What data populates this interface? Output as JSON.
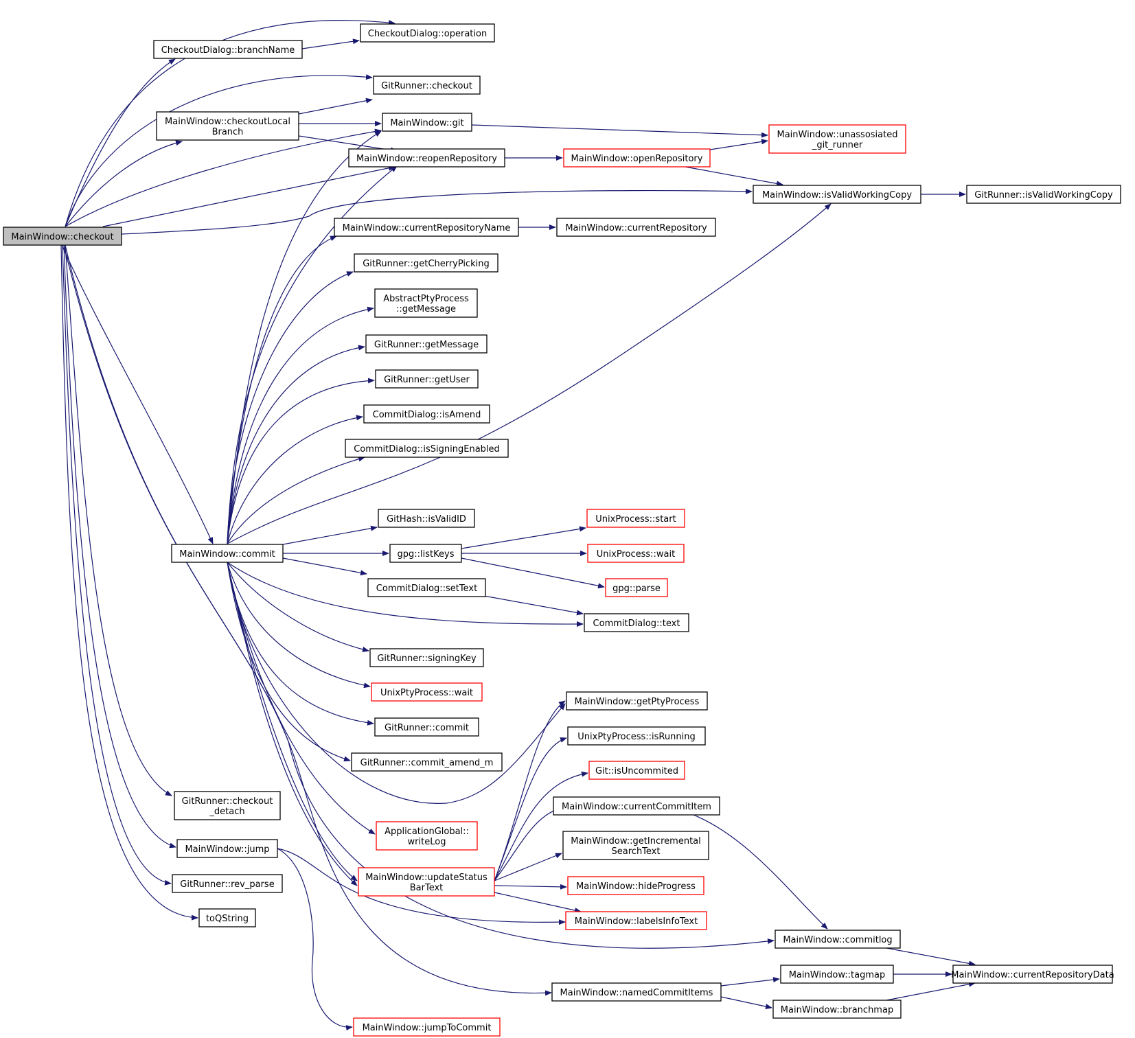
{
  "diagram": {
    "colors": {
      "edge": "#191970",
      "root_fill": "#bfbfbf",
      "node_border": "#000000",
      "truncated_border": "#ff0000",
      "node_fill": "#ffffff",
      "text": "#000000"
    },
    "nodes": [
      {
        "id": "checkout_root",
        "lines": [
          "MainWindow::checkout"
        ],
        "style": "root"
      },
      {
        "id": "cd_operation",
        "lines": [
          "CheckoutDialog::operation"
        ],
        "style": "normal"
      },
      {
        "id": "cd_branchName",
        "lines": [
          "CheckoutDialog::branchName"
        ],
        "style": "normal"
      },
      {
        "id": "gr_checkout",
        "lines": [
          "GitRunner::checkout"
        ],
        "style": "normal"
      },
      {
        "id": "mw_checkoutLocalBranch",
        "lines": [
          "MainWindow::checkoutLocal",
          "Branch"
        ],
        "style": "normal"
      },
      {
        "id": "mw_git",
        "lines": [
          "MainWindow::git"
        ],
        "style": "normal"
      },
      {
        "id": "mw_reopenRepository",
        "lines": [
          "MainWindow::reopenRepository"
        ],
        "style": "normal"
      },
      {
        "id": "mw_openRepository",
        "lines": [
          "MainWindow::openRepository"
        ],
        "style": "truncated"
      },
      {
        "id": "mw_unassosiated",
        "lines": [
          "MainWindow::unassosiated",
          "_git_runner"
        ],
        "style": "truncated"
      },
      {
        "id": "mw_isValidWorkingCopy",
        "lines": [
          "MainWindow::isValidWorkingCopy"
        ],
        "style": "normal"
      },
      {
        "id": "gr_isValidWorkingCopy",
        "lines": [
          "GitRunner::isValidWorkingCopy"
        ],
        "style": "normal"
      },
      {
        "id": "mw_currentRepositoryName",
        "lines": [
          "MainWindow::currentRepositoryName"
        ],
        "style": "normal"
      },
      {
        "id": "mw_currentRepository",
        "lines": [
          "MainWindow::currentRepository"
        ],
        "style": "normal"
      },
      {
        "id": "gr_getCherryPicking",
        "lines": [
          "GitRunner::getCherryPicking"
        ],
        "style": "normal"
      },
      {
        "id": "app_getMessage",
        "lines": [
          "AbstractPtyProcess",
          "::getMessage"
        ],
        "style": "normal"
      },
      {
        "id": "gr_getMessage",
        "lines": [
          "GitRunner::getMessage"
        ],
        "style": "normal"
      },
      {
        "id": "gr_getUser",
        "lines": [
          "GitRunner::getUser"
        ],
        "style": "normal"
      },
      {
        "id": "cmd_isAmend",
        "lines": [
          "CommitDialog::isAmend"
        ],
        "style": "normal"
      },
      {
        "id": "cmd_isSigningEnabled",
        "lines": [
          "CommitDialog::isSigningEnabled"
        ],
        "style": "normal"
      },
      {
        "id": "gh_isValidID",
        "lines": [
          "GitHash::isValidID"
        ],
        "style": "normal"
      },
      {
        "id": "up_start",
        "lines": [
          "UnixProcess::start"
        ],
        "style": "truncated"
      },
      {
        "id": "mw_commit",
        "lines": [
          "MainWindow::commit"
        ],
        "style": "normal"
      },
      {
        "id": "gpg_listKeys",
        "lines": [
          "gpg::listKeys"
        ],
        "style": "normal"
      },
      {
        "id": "up_wait",
        "lines": [
          "UnixProcess::wait"
        ],
        "style": "truncated"
      },
      {
        "id": "cmd_setText",
        "lines": [
          "CommitDialog::setText"
        ],
        "style": "normal"
      },
      {
        "id": "gpg_parse",
        "lines": [
          "gpg::parse"
        ],
        "style": "truncated"
      },
      {
        "id": "cmd_text",
        "lines": [
          "CommitDialog::text"
        ],
        "style": "normal"
      },
      {
        "id": "gr_signingKey",
        "lines": [
          "GitRunner::signingKey"
        ],
        "style": "normal"
      },
      {
        "id": "upp_wait",
        "lines": [
          "UnixPtyProcess::wait"
        ],
        "style": "truncated"
      },
      {
        "id": "mw_getPtyProcess",
        "lines": [
          "MainWindow::getPtyProcess"
        ],
        "style": "normal"
      },
      {
        "id": "gr_commit",
        "lines": [
          "GitRunner::commit"
        ],
        "style": "normal"
      },
      {
        "id": "upp_isRunning",
        "lines": [
          "UnixPtyProcess::isRunning"
        ],
        "style": "normal"
      },
      {
        "id": "gr_commit_amend_m",
        "lines": [
          "GitRunner::commit_amend_m"
        ],
        "style": "normal"
      },
      {
        "id": "git_isUncommited",
        "lines": [
          "Git::isUncommited"
        ],
        "style": "truncated"
      },
      {
        "id": "mw_currentCommitItem",
        "lines": [
          "MainWindow::currentCommitItem"
        ],
        "style": "normal"
      },
      {
        "id": "gr_checkout_detach",
        "lines": [
          "GitRunner::checkout",
          "_detach"
        ],
        "style": "normal"
      },
      {
        "id": "ag_writeLog",
        "lines": [
          "ApplicationGlobal::",
          "writeLog"
        ],
        "style": "truncated"
      },
      {
        "id": "mw_getIncrementalSearchText",
        "lines": [
          "MainWindow::getIncremental",
          "SearchText"
        ],
        "style": "normal"
      },
      {
        "id": "mw_jump",
        "lines": [
          "MainWindow::jump"
        ],
        "style": "normal"
      },
      {
        "id": "mw_updateStatusBarText",
        "lines": [
          "MainWindow::updateStatus",
          "BarText"
        ],
        "style": "truncated"
      },
      {
        "id": "mw_hideProgress",
        "lines": [
          "MainWindow::hideProgress"
        ],
        "style": "truncated"
      },
      {
        "id": "gr_rev_parse",
        "lines": [
          "GitRunner::rev_parse"
        ],
        "style": "normal"
      },
      {
        "id": "toQString",
        "lines": [
          "toQString"
        ],
        "style": "normal"
      },
      {
        "id": "mw_labelsInfoText",
        "lines": [
          "MainWindow::labelsInfoText"
        ],
        "style": "truncated"
      },
      {
        "id": "mw_commitlog",
        "lines": [
          "MainWindow::commitlog"
        ],
        "style": "normal"
      },
      {
        "id": "mw_tagmap",
        "lines": [
          "MainWindow::tagmap"
        ],
        "style": "normal"
      },
      {
        "id": "mw_currentRepositoryData",
        "lines": [
          "MainWindow::currentRepositoryData"
        ],
        "style": "normal"
      },
      {
        "id": "mw_namedCommitItems",
        "lines": [
          "MainWindow::namedCommitItems"
        ],
        "style": "normal"
      },
      {
        "id": "mw_branchmap",
        "lines": [
          "MainWindow::branchmap"
        ],
        "style": "normal"
      },
      {
        "id": "mw_jumpToCommit",
        "lines": [
          "MainWindow::jumpToCommit"
        ],
        "style": "truncated"
      }
    ]
  }
}
